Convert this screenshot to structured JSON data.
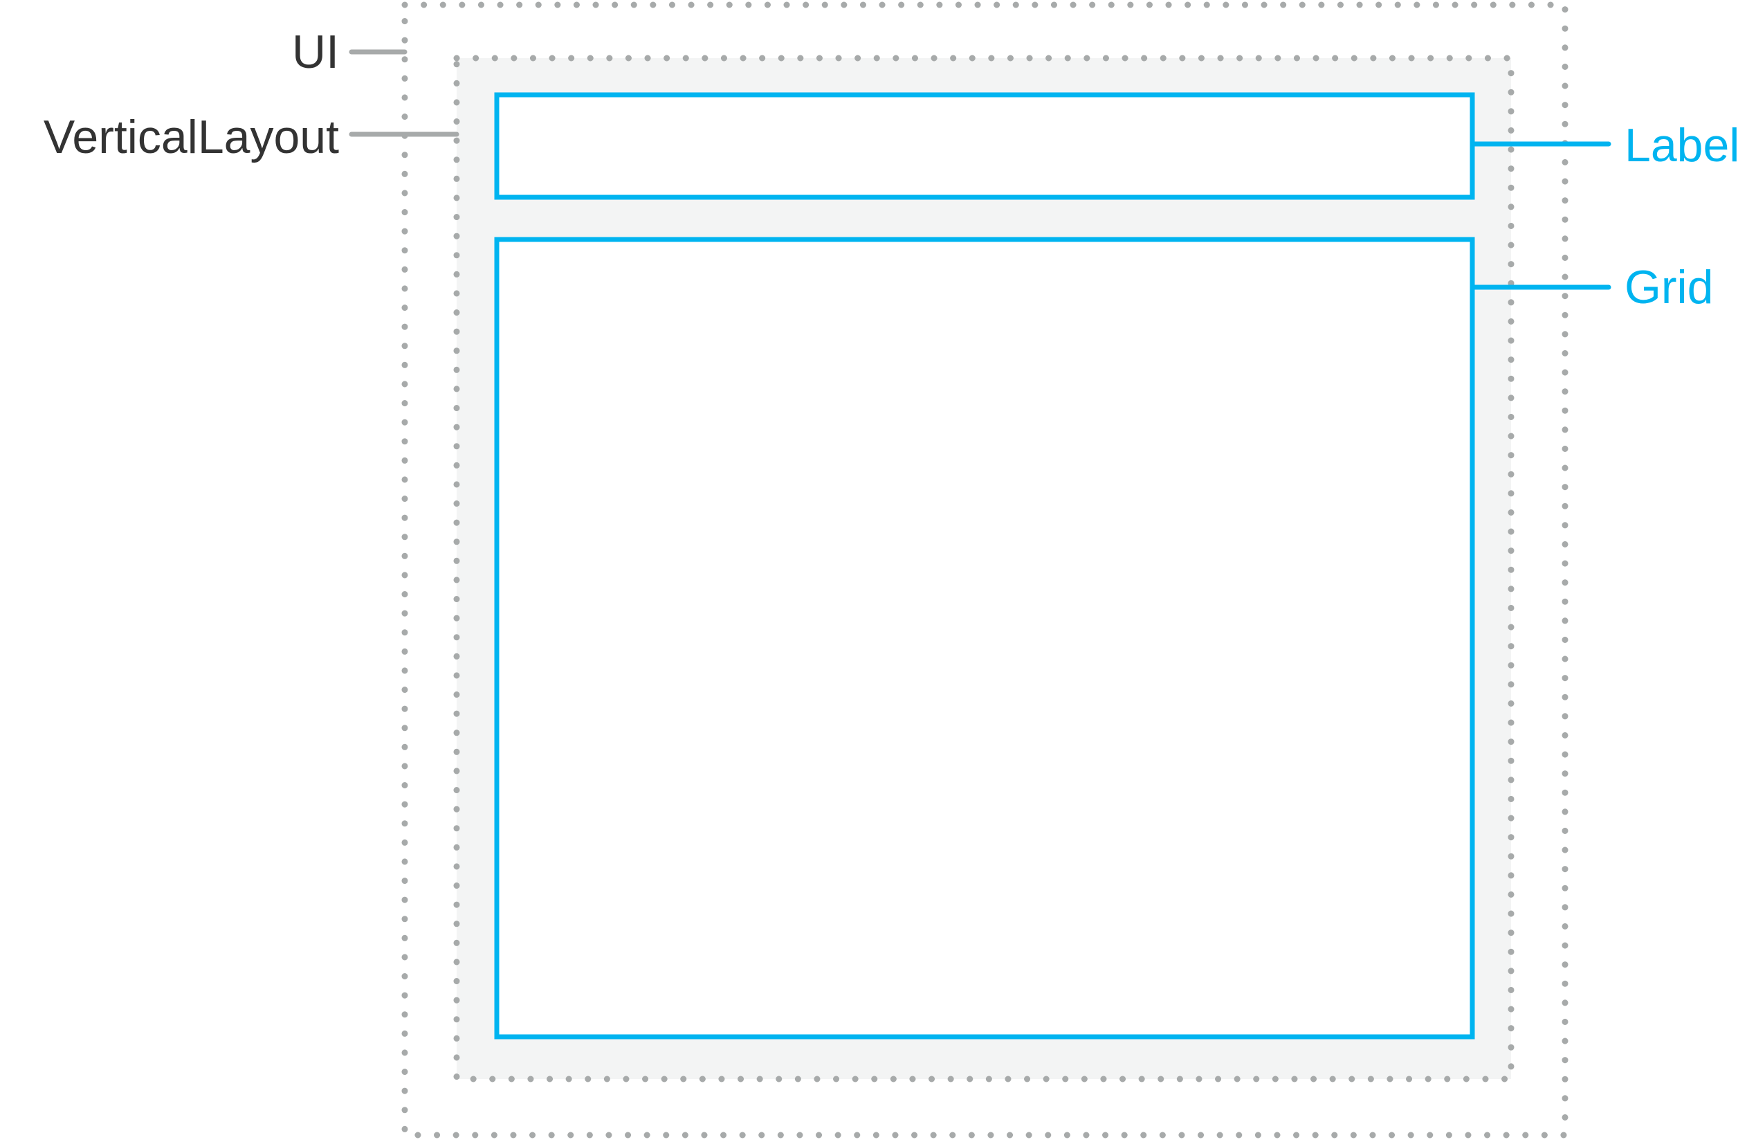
{
  "labels": {
    "ui": "UI",
    "vertical_layout": "VerticalLayout",
    "label": "Label",
    "grid": "Grid"
  },
  "colors": {
    "container_outline": "#a7aaaa",
    "container_text": "#333333",
    "component_outline": "#00b4f0",
    "layout_fill": "#f3f4f4",
    "component_fill": "#ffffff"
  }
}
